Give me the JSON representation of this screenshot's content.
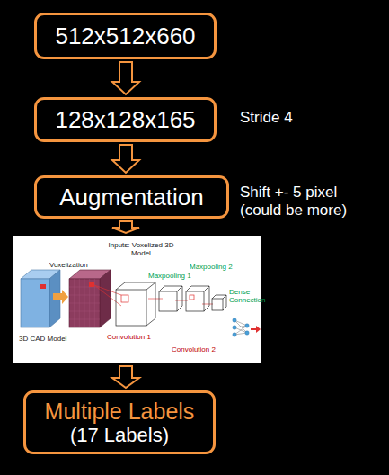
{
  "diagram": {
    "nodes": [
      {
        "text": [
          "512x512x660"
        ]
      },
      {
        "text": [
          "128x128x165"
        ]
      },
      {
        "text": [
          "Augmentation"
        ]
      },
      {
        "text": [
          "Inputs: Voxelized 3D Model",
          "3D CAD Model",
          "Voxelization",
          "Convolution 1",
          "Maxpooling 1",
          "Convolution 2",
          "Maxpooling 2",
          "Dense Connection"
        ]
      },
      {
        "text": [
          "Multiple Labels",
          "(17 Labels)"
        ]
      }
    ],
    "edges": [
      {
        "from": 0,
        "to": 1,
        "arrow": "to"
      },
      {
        "from": 1,
        "to": 2,
        "arrow": "to"
      },
      {
        "from": 2,
        "to": 3,
        "arrow": "to"
      },
      {
        "from": 3,
        "to": 4,
        "arrow": "to"
      }
    ],
    "labels": [
      "Stride 4",
      "Shift +- 5 pixel (could be more)"
    ]
  }
}
